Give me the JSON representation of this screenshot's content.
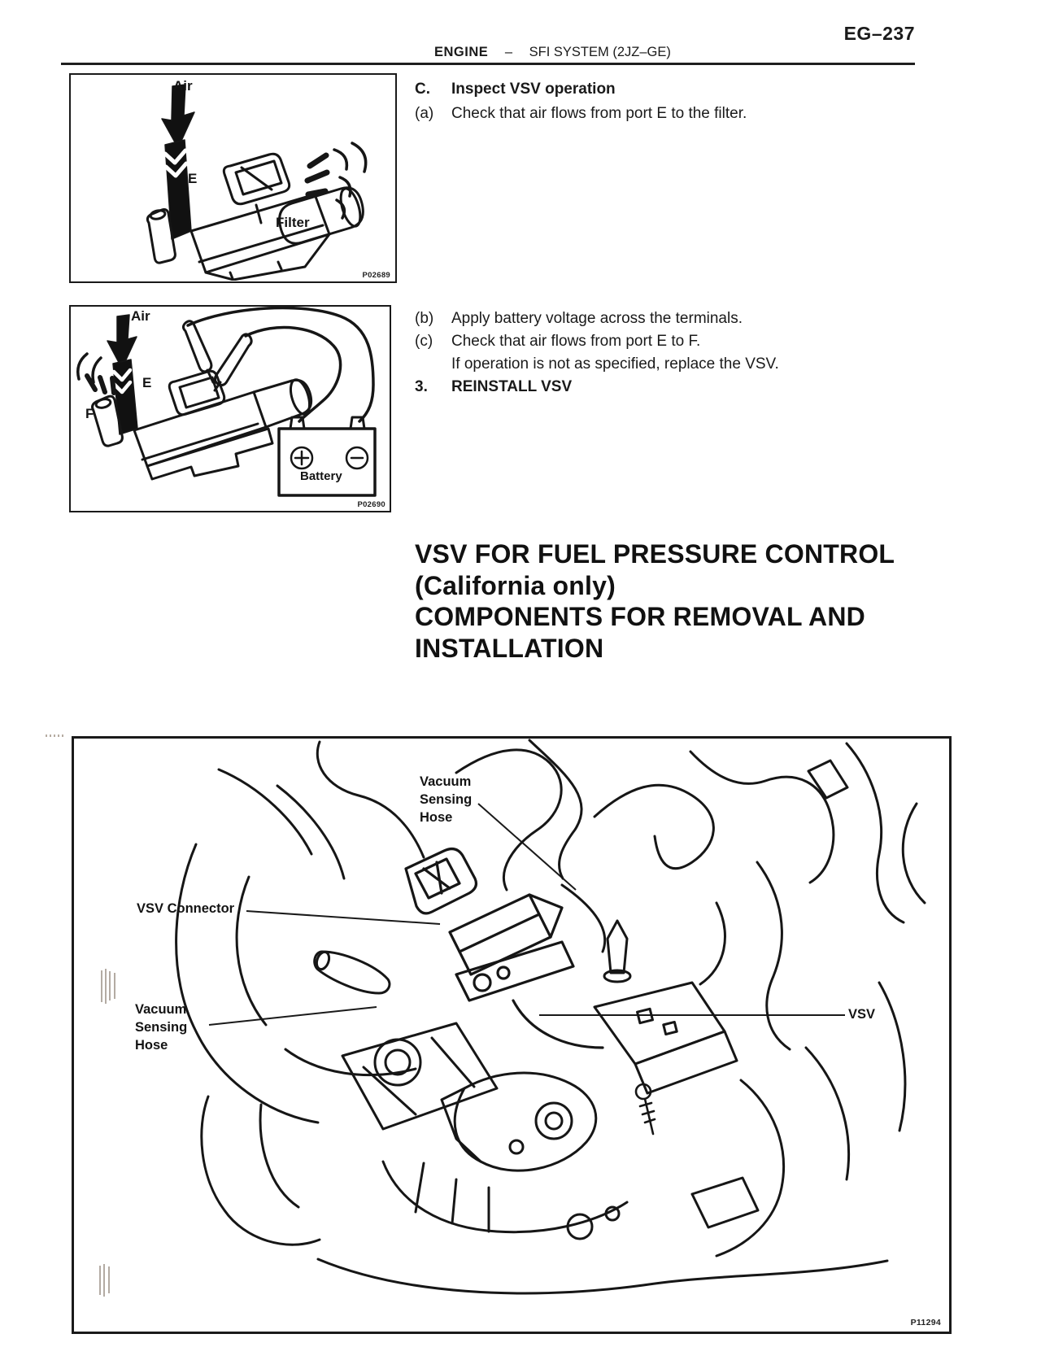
{
  "page": {
    "number": "EG–237",
    "header": {
      "section": "ENGINE",
      "divider": "–",
      "title": "SFI SYSTEM (2JZ–GE)"
    }
  },
  "colors": {
    "ink": "#1a1a1a",
    "paper": "#ffffff"
  },
  "inspection": {
    "step_c": {
      "marker": "C.",
      "title": "Inspect VSV operation"
    },
    "item_a": {
      "marker": "(a)",
      "text": "Check that air flows from port E to the filter."
    },
    "item_b": {
      "marker": "(b)",
      "text": "Apply battery voltage across the terminals."
    },
    "item_c": {
      "marker": "(c)",
      "text": "Check that air flows from port E to F."
    },
    "item_c_note": "If operation is not as specified, replace the VSV.",
    "step_3": {
      "marker": "3.",
      "title": "REINSTALL VSV"
    }
  },
  "section_heading": {
    "line1": "VSV FOR FUEL PRESSURE CONTROL",
    "line2": "(California only)",
    "line3": "COMPONENTS FOR REMOVAL AND",
    "line4": "INSTALLATION"
  },
  "figure_airflow": {
    "labels": {
      "air": "Air",
      "port_e": "E",
      "filter": "Filter"
    },
    "code": "P02689"
  },
  "figure_battery": {
    "labels": {
      "air": "Air",
      "port_e": "E",
      "port_f": "F",
      "battery": "Battery"
    },
    "code": "P02690"
  },
  "figure_components": {
    "labels": {
      "hose_top": [
        "Vacuum",
        "Sensing",
        "Hose"
      ],
      "connector": "VSV Connector",
      "hose_left": [
        "Vacuum",
        "Sensing",
        "Hose"
      ],
      "vsv": "VSV"
    },
    "code": "P11294"
  }
}
